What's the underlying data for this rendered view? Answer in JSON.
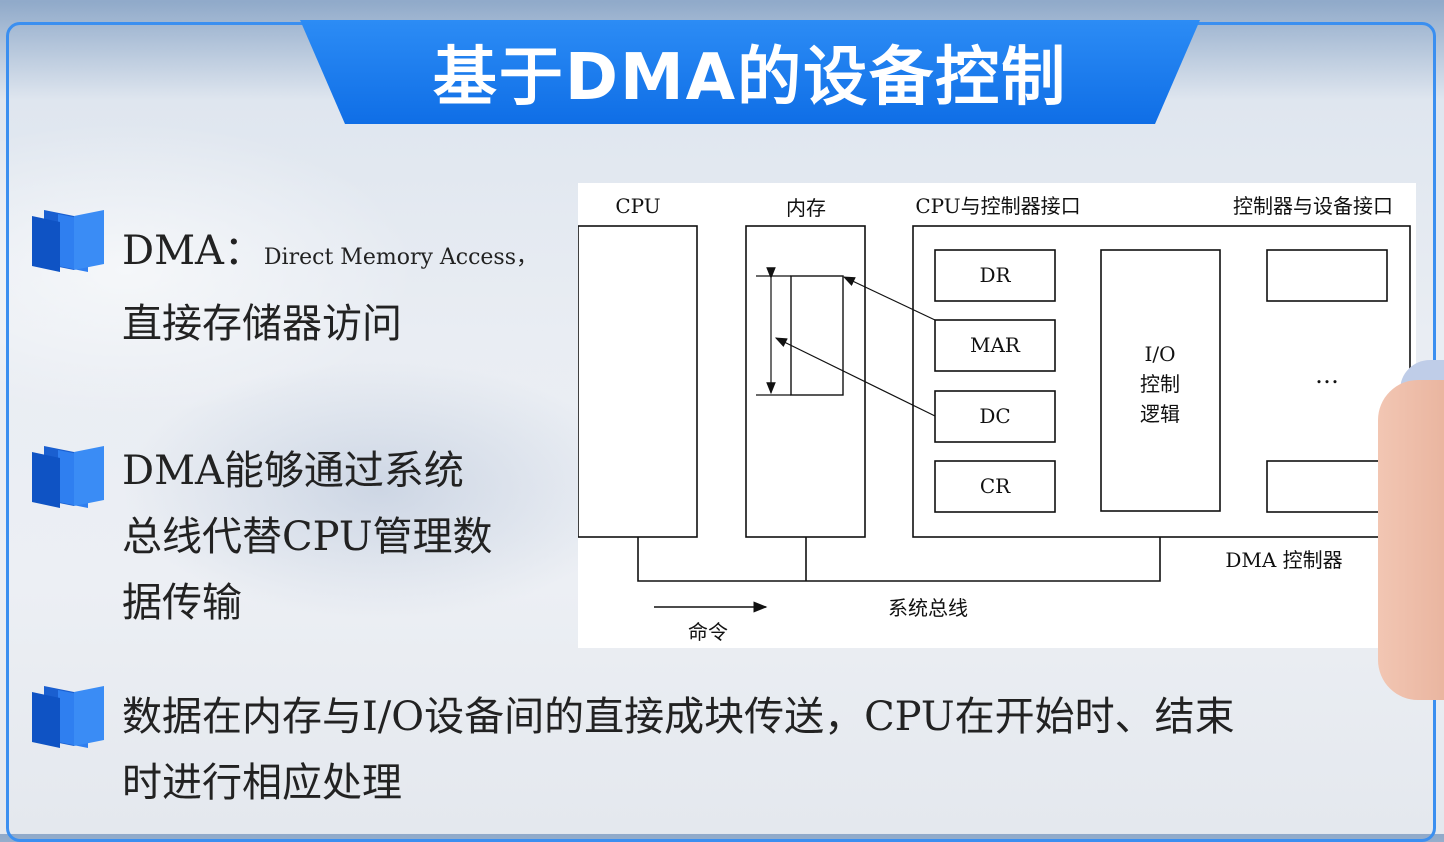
{
  "title": "基于DMA的设备控制",
  "bullets": [
    {
      "line1_main": "DMA：",
      "line1_small": "Direct Memory Access，",
      "line2": "直接存储器访问"
    },
    {
      "lines": [
        "DMA能够通过系统",
        "总线代替CPU管理数",
        "据传输"
      ]
    },
    {
      "lines": [
        "数据在内存与I/O设备间的直接成块传送，CPU在开始时、结束",
        "时进行相应处理"
      ]
    }
  ],
  "diagram": {
    "headers": {
      "cpu": "CPU",
      "memory": "内存",
      "cpu_ctrl_if": "CPU与控制器接口",
      "ctrl_dev_if": "控制器与设备接口"
    },
    "registers": [
      "DR",
      "MAR",
      "DC",
      "CR"
    ],
    "io_logic": [
      "I/O",
      "控制",
      "逻辑"
    ],
    "ellipsis": "…",
    "dma_controller": "DMA 控制器",
    "system_bus": "系统总线",
    "command": "命令"
  },
  "colors": {
    "accent": "#1677ee",
    "frame": "#3b8ff0"
  }
}
